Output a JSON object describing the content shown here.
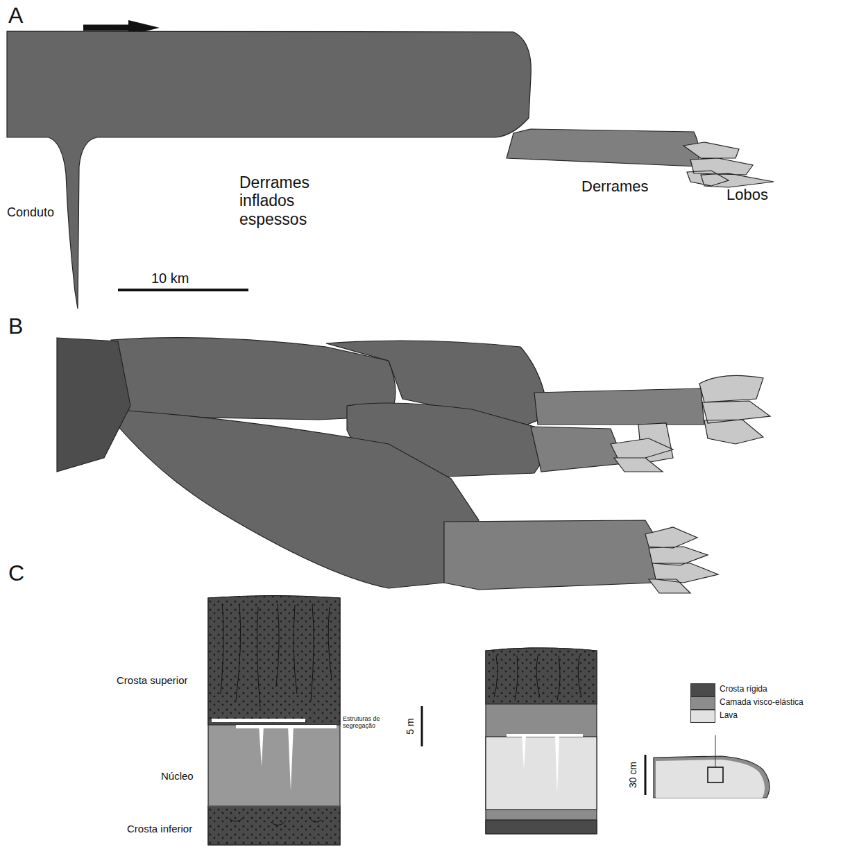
{
  "diagram": {
    "labels": [
      "A",
      "Conduto",
      "Derrames inflados espessos",
      "Derrames",
      "Lobos",
      "10 km",
      "B",
      "C",
      "Crosta superior",
      "Estruturas de segregação",
      "Núcleo",
      "Crosta inferior",
      "5 m",
      "30 cm"
    ],
    "legend": [
      {
        "text": "Crosta rígida",
        "color": "#4a4a4a"
      },
      {
        "text": "Camada visco-elástica",
        "color": "#8c8c8c"
      },
      {
        "text": "Lava",
        "color": "#e2e2e2"
      }
    ]
  }
}
